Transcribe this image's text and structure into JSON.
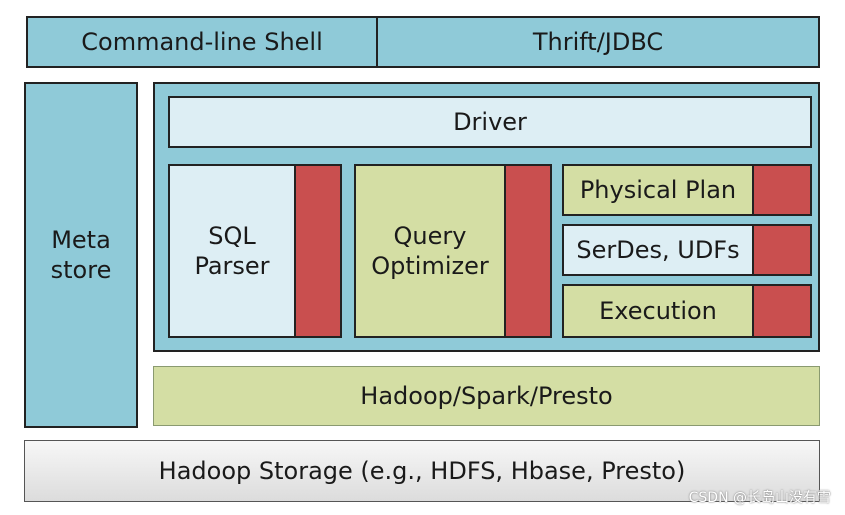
{
  "top": {
    "shell": "Command-line Shell",
    "thrift": "Thrift/JDBC"
  },
  "metastore": "Meta\nstore",
  "driver": "Driver",
  "components": {
    "sql_parser": "SQL\nParser",
    "query_optimizer": "Query\nOptimizer",
    "physical_plan": "Physical Plan",
    "serdes": "SerDes, UDFs",
    "execution": "Execution"
  },
  "engine": "Hadoop/Spark/Presto",
  "storage": "Hadoop Storage (e.g., HDFS, Hbase, Presto)",
  "watermark": "CSDN @长岛山没有雪",
  "colors": {
    "blue": "#8fcad8",
    "pale_blue": "#ddeef4",
    "green": "#d4dea4",
    "red": "#c94f4f",
    "grey": "#dcdcdc"
  }
}
